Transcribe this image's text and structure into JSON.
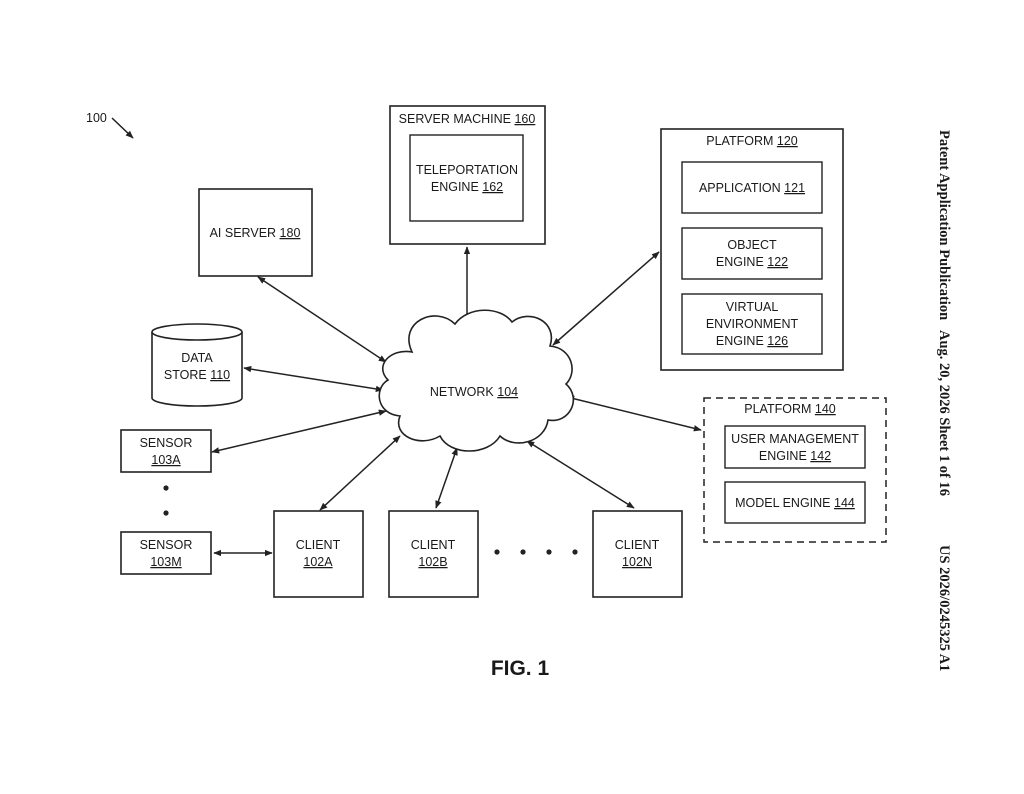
{
  "figure_ref": "100",
  "server_machine": {
    "title": "SERVER MACHINE",
    "ref": "160",
    "engine_line1": "TELEPORTATION",
    "engine_line2": "ENGINE",
    "engine_ref": "162"
  },
  "platform_120": {
    "title": "PLATFORM",
    "ref": "120",
    "application": {
      "label": "APPLICATION",
      "ref": "121"
    },
    "object_engine": {
      "line1": "OBJECT",
      "line2": "ENGINE",
      "ref": "122"
    },
    "virtual_env": {
      "line1": "VIRTUAL",
      "line2": "ENVIRONMENT",
      "line3": "ENGINE",
      "ref": "126"
    }
  },
  "ai_server": {
    "label": "AI SERVER",
    "ref": "180"
  },
  "data_store": {
    "line1": "DATA",
    "line2": "STORE",
    "ref": "110"
  },
  "network": {
    "label": "NETWORK",
    "ref": "104"
  },
  "platform_140": {
    "title": "PLATFORM",
    "ref": "140",
    "user_mgmt": {
      "line1": "USER MANAGEMENT",
      "line2": "ENGINE",
      "ref": "142"
    },
    "model_engine": {
      "label": "MODEL ENGINE",
      "ref": "144"
    }
  },
  "sensor_a": {
    "line1": "SENSOR",
    "ref": "103A"
  },
  "sensor_m": {
    "line1": "SENSOR",
    "ref": "103M"
  },
  "client_a": {
    "line1": "CLIENT",
    "ref": "102A"
  },
  "client_b": {
    "line1": "CLIENT",
    "ref": "102B"
  },
  "client_n": {
    "line1": "CLIENT",
    "ref": "102N"
  },
  "caption": "FIG. 1",
  "side_header": {
    "left": "Patent Application Publication",
    "middle": "Aug. 20, 2026  Sheet 1 of 16",
    "right": "US 2026/0245325 A1"
  }
}
